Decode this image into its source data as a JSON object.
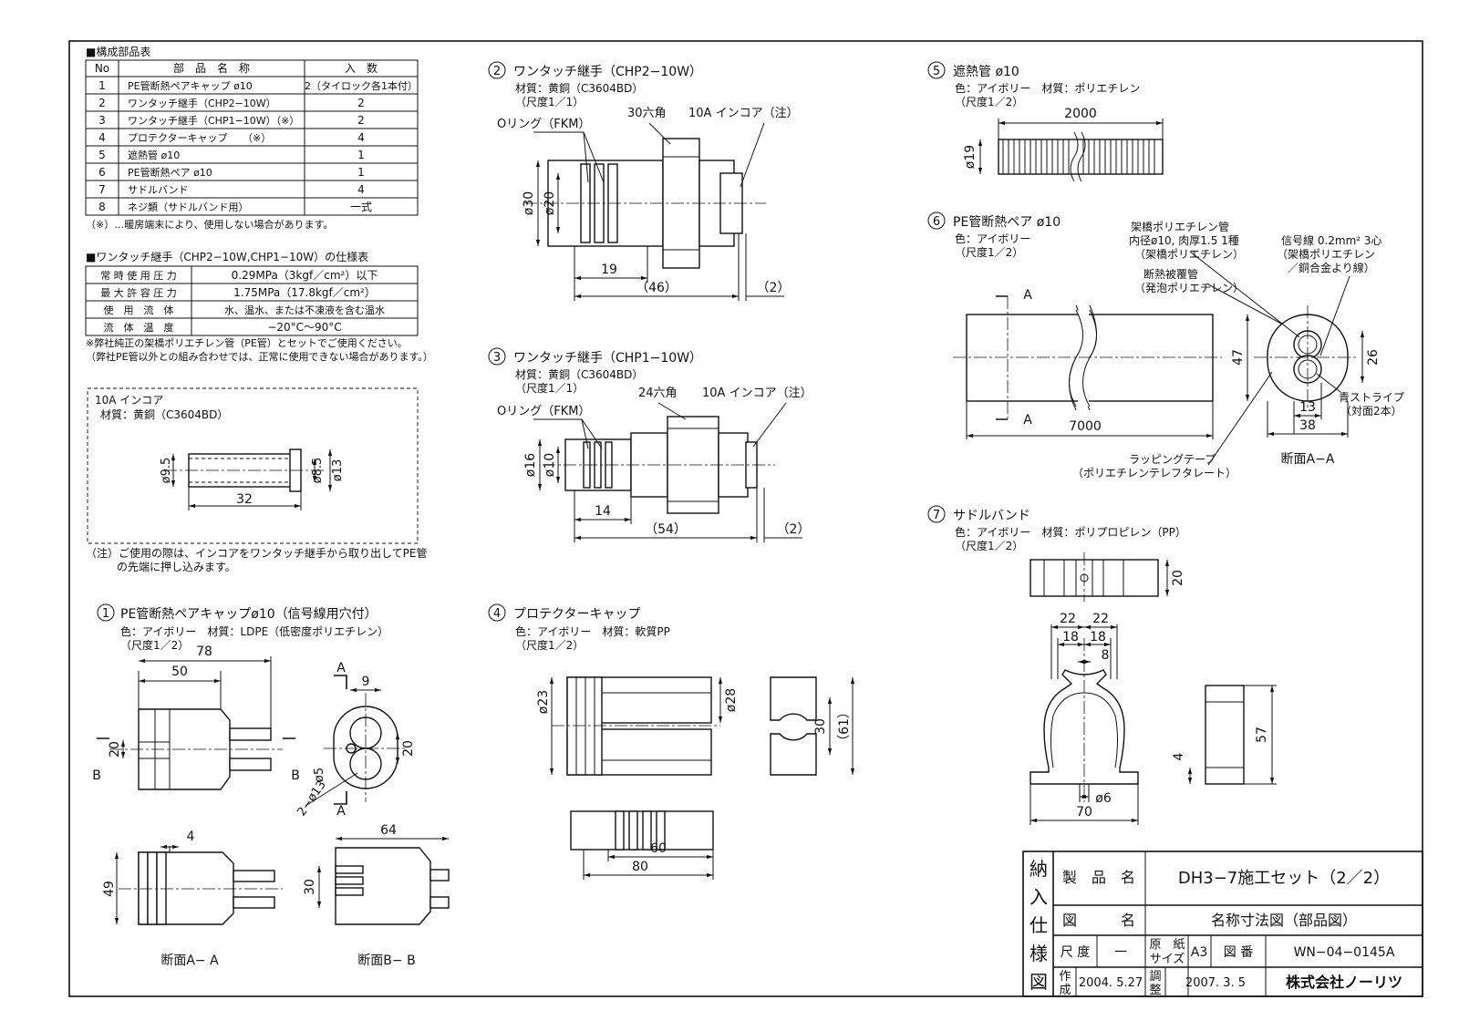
{
  "parts_table": {
    "title": "■構成部品表",
    "headers": [
      "No",
      "部　品　名　称",
      "入　数"
    ],
    "rows": [
      [
        "1",
        "PE管断熱ペアキャップ ø10",
        "2（タイロック各1本付）"
      ],
      [
        "2",
        "ワンタッチ継手（CHP2−10W）",
        "2"
      ],
      [
        "3",
        "ワンタッチ継手（CHP1−10W）（※）",
        "2"
      ],
      [
        "4",
        "プロテクターキャップ　　（※）",
        "4"
      ],
      [
        "5",
        "遮熱管 ø10",
        "1"
      ],
      [
        "6",
        "PE管断熱ペア ø10",
        "1"
      ],
      [
        "7",
        "サドルバンド",
        "4"
      ],
      [
        "8",
        "ネジ類（サドルバンド用）",
        "一式"
      ]
    ],
    "note": "（※）…暖房端末により、使用しない場合があります。"
  },
  "spec_table": {
    "title": "■ワンタッチ継手（CHP2−10W,CHP1−10W）の仕様表",
    "rows": [
      [
        "常 時 使 用 圧 力",
        "0.29MPa（3kgf／cm²）以下"
      ],
      [
        "最 大 許 容 圧 力",
        "1.75MPa（17.8kgf／cm²）"
      ],
      [
        "使　用　流　体",
        "水、温水、または不凍液を含む温水"
      ],
      [
        "流　体　温　度",
        "−20°C〜90°C"
      ]
    ],
    "note1": "※弊社純正の架橋ポリエチレン管（PE管）とセットでご使用ください。",
    "note2": "（弊社PE管以外との組み合わせでは、正常に使用できない場合があります。）"
  },
  "incore_box": {
    "title": "10A インコア",
    "material": "材質：黄銅（C3604BD）",
    "dims": [
      "ø9.5",
      "ø8.5",
      "ø13",
      "32"
    ],
    "note1": "（注）ご使用の際は、インコアをワンタッチ継手から取り出してPE管",
    "note2": "の先端に押し込みます。"
  },
  "part1": {
    "num": "1",
    "title": "PE管断熱ペアキャップø10（信号線用穴付）",
    "color": "色：アイボリー　材質：LDPE（低密度ポリエチレン）",
    "scale": "（尺度1／2）",
    "dims": [
      "78",
      "50",
      "20",
      "B",
      "B",
      "A",
      "A",
      "9",
      "20",
      "ø5",
      "2−ø13",
      "4",
      "49",
      "64",
      "30"
    ],
    "section_aa": "断面A− A",
    "section_bb": "断面B− B"
  },
  "part2": {
    "num": "2",
    "title": "ワンタッチ継手（CHP2−10W）",
    "material": "材質：黄銅（C3604BD）",
    "scale": "（尺度1／1）",
    "labels": [
      "Oリング（FKM）",
      "30六角",
      "10A インコア（注）"
    ],
    "dims": [
      "ø30",
      "ø20",
      "19",
      "（46）",
      "（2）"
    ]
  },
  "part3": {
    "num": "3",
    "title": "ワンタッチ継手（CHP1−10W）",
    "material": "材質：黄銅（C3604BD）",
    "scale": "（尺度1／1）",
    "labels": [
      "Oリング（FKM）",
      "24六角",
      "10A インコア（注）"
    ],
    "dims": [
      "ø16",
      "ø10",
      "14",
      "（54）",
      "（2）"
    ]
  },
  "part4": {
    "num": "4",
    "title": "プロテクターキャップ",
    "color": "色：アイボリー　材質：軟質PP",
    "scale": "（尺度1／2）",
    "dims": [
      "ø23",
      "ø28",
      "30",
      "（61）",
      "60",
      "80"
    ]
  },
  "part5": {
    "num": "5",
    "title": "遮熱管 ø10",
    "color": "色：アイボリー　材質：ポリエチレン",
    "scale": "（尺度1／2）",
    "dims": [
      "2000",
      "ø19"
    ]
  },
  "part6": {
    "num": "6",
    "title": "PE管断熱ペア ø10",
    "color": "色：アイボリー",
    "scale": "（尺度1／2）",
    "labels": [
      "架橋ポリエチレン管",
      "内径ø10, 肉厚1.5 1種",
      "（架橋ポリエチレン）",
      "断熱被覆管",
      "（発泡ポリエチレン）",
      "信号線 0.2mm² 3心",
      "（架橋ポリエチレン",
      "／銅合金より線）",
      "青ストライプ",
      "（対面2本）",
      "ラッピングテープ",
      "（ポリエチレンテレフタレート）"
    ],
    "dims": [
      "A",
      "A",
      "47",
      "7000",
      "26",
      "13",
      "38"
    ],
    "section": "断面A−A"
  },
  "part7": {
    "num": "7",
    "title": "サドルバンド",
    "color": "色：アイボリー　材質：ポリプロピレン（PP）",
    "scale": "（尺度1／2）",
    "dims": [
      "20",
      "22",
      "22",
      "18",
      "18",
      "8",
      "4",
      "ø6",
      "70",
      "57"
    ]
  },
  "title_block": {
    "side": [
      "納",
      "入",
      "仕",
      "様",
      "図"
    ],
    "product_label": "製　品　名",
    "product_value": "DH3−7施工セット（2／2）",
    "drawing_label": "図　　　名",
    "drawing_value": "名称寸法図（部品図）",
    "scale_label": "尺 度",
    "scale_value": "一",
    "paper_label_1": "原　紙",
    "paper_label_2": "サイズ",
    "paper_value": "A3",
    "number_label": "図 番",
    "number_value": "WN−04−0145A",
    "made_label_1": "作",
    "made_label_2": "成",
    "made_date": "2004. 5.27",
    "adj_label_1": "調",
    "adj_label_2": "整",
    "adj_date": "2007. 3. 5",
    "company": "株式会社ノーリツ"
  }
}
